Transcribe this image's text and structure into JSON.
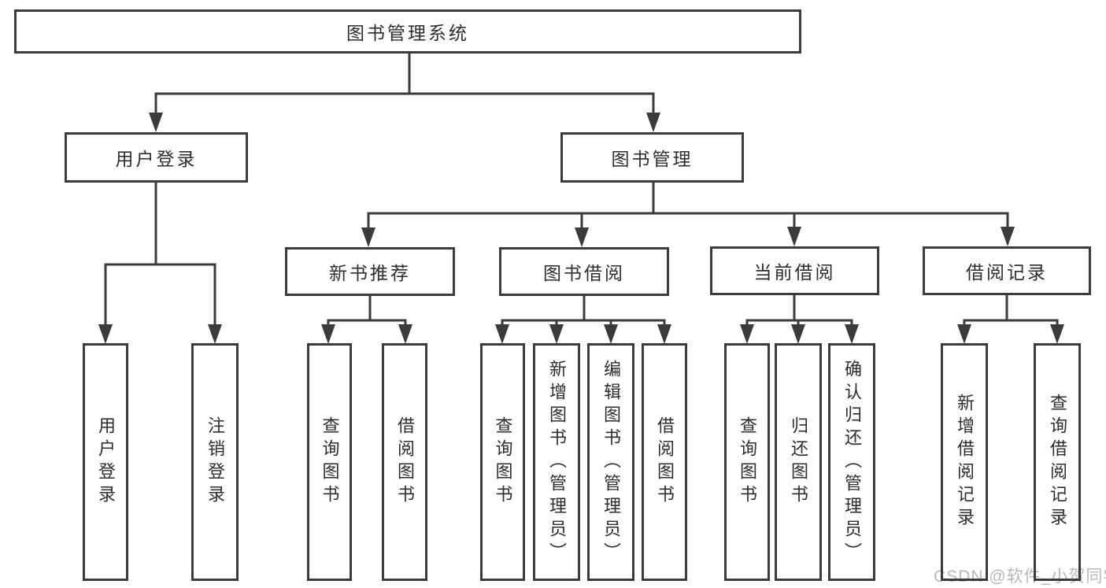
{
  "diagram": {
    "title": "图书管理系统",
    "branches": [
      "用户登录",
      "图书管理"
    ],
    "modules": [
      "新书推荐",
      "图书借阅",
      "当前借阅",
      "借阅记录"
    ],
    "leaves": [
      "用户登录",
      "注销登录",
      "查询图书",
      "借阅图书",
      "查询图书",
      "新增图书（管理员）",
      "编辑图书（管理员）",
      "借阅图书",
      "查询图书",
      "归还图书",
      "确认归还（管理员）",
      "新增借阅记录",
      "查询借阅记录"
    ]
  },
  "watermark": "CSDN @软件_小贺同学",
  "colors": {
    "line": "#3b3b3b",
    "text": "#2d2d2d",
    "watermark": "#b9b9b9",
    "background": "#ffffff"
  }
}
